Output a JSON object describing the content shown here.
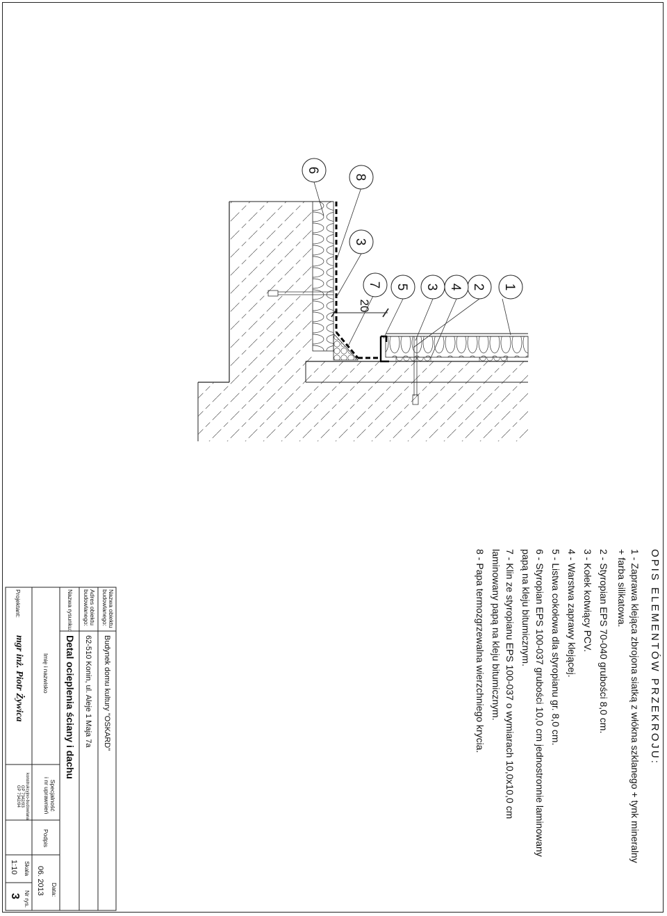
{
  "legend": {
    "title": "OPIS ELEMENTÓW PRZEKROJU:",
    "lines": [
      "1  -  Zaprawa klejąca zbrojona siatką z włókna szklanego + tynk mineralny",
      "       + farba silikatowa.",
      "2  -  Styropian EPS 70-040 grubości 8,0 cm.",
      "3  -  Kołek kotwiący PCV.",
      "4  -  Warstwa zaprawy klejącej.",
      "5  -  Listwa cokołowa dla styropianu gr. 8,0 cm.",
      "6  -  Styropian EPS 100-037 grubości 10,0 cm jednostronnie laminowany",
      "       papą na kleju bitumicznym.",
      "7  -  Klin ze styropianu EPS 100-037 o wymiarach 10,0x10,0 cm",
      "       laminowany papą na kleju bitumicznym.",
      "8  -  Papa termozgrzewalna wierzchniego krycia."
    ]
  },
  "drawing": {
    "callouts": {
      "c1": "1",
      "c2": "2",
      "c4": "4",
      "c3a": "3",
      "c5": "5",
      "c7": "7",
      "c3b": "3",
      "c8": "8",
      "c6": "6"
    },
    "dimension": "20"
  },
  "title_block": {
    "object_name_label_1": "Nazwa obiektu",
    "object_name_label_2": "budowlanego:",
    "object_name_value": "Budynek domu kultury \"OSKARD\"",
    "address_label_1": "Adres obiektu",
    "address_label_2": "budowlanego:",
    "address_value": "62-510 Konin, ul. Aleje 1 Maja 7a",
    "drawing_name_label": "Nazwa rysunku:",
    "drawing_name_value": "Detal ocieplenia ściany i dachu",
    "name_header": "Imię i nazwisko",
    "specialty_header_1": "Specjalność",
    "specialty_header_2": "i nr uprawnień",
    "signature_header": "Podpis",
    "date_header": "Data:",
    "date_value": "06. 2013",
    "designer_label": "Projektant:",
    "designer_name": "mgr inż. Piotr Żywica",
    "specialty_value_1": "konstrukcyjno-budowlana",
    "specialty_value_2": "GP 7342/93",
    "specialty_value_3": "GP 7342/94",
    "sheet_no_header": "Nr rys.",
    "sheet_no_value": "3",
    "scale_header": "Skala",
    "scale_value": "1:10"
  }
}
